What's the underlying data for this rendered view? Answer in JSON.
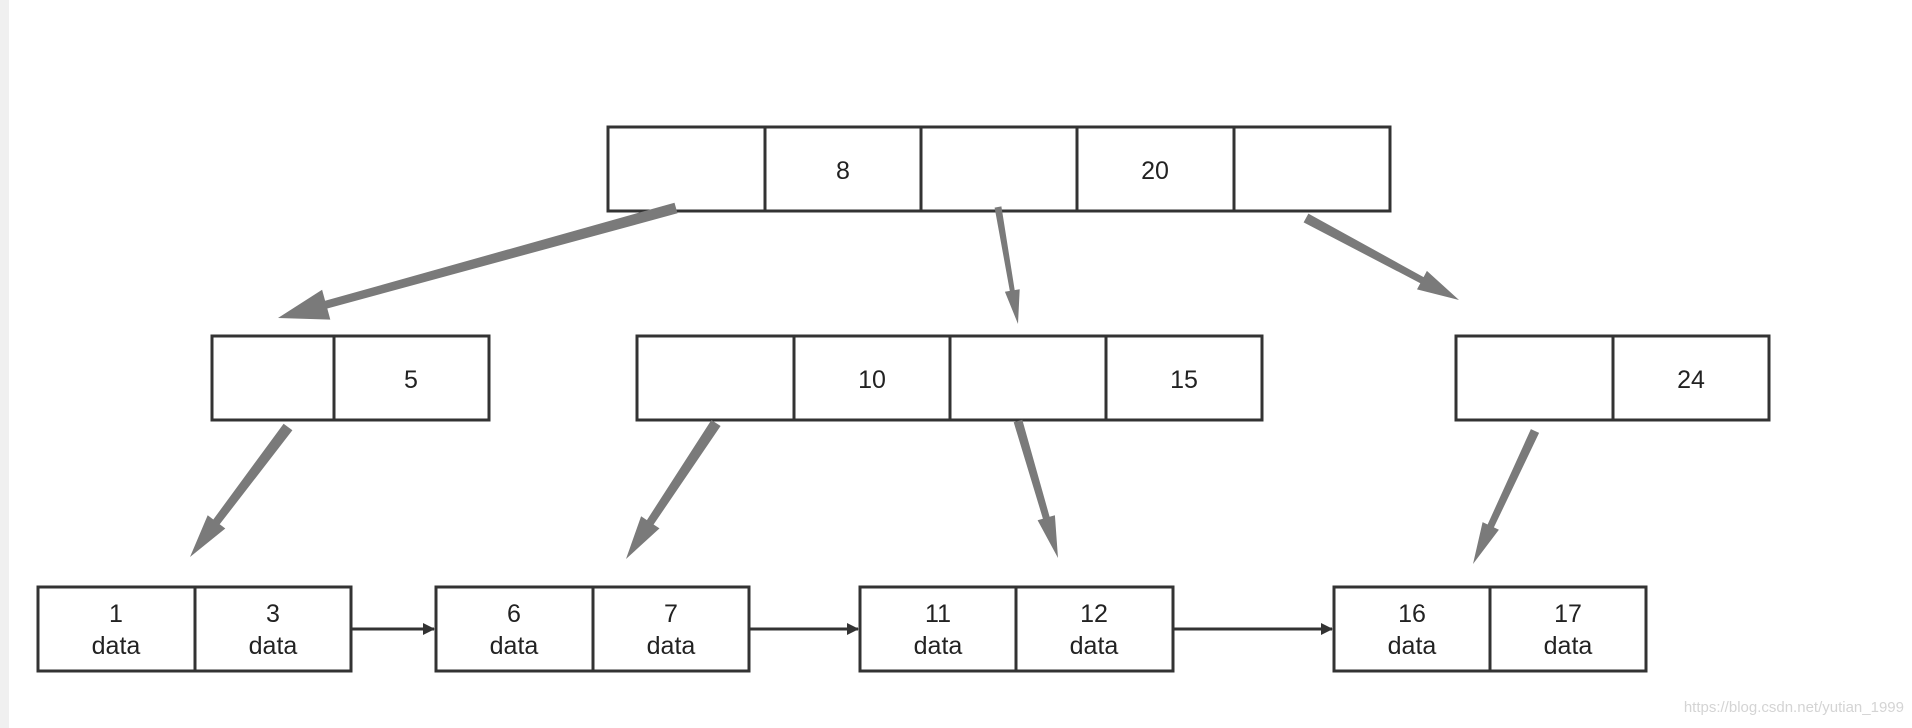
{
  "tree": {
    "root": {
      "cells": [
        "",
        "8",
        "",
        "20",
        ""
      ]
    },
    "internal": [
      {
        "id": "internal-left",
        "cells": [
          "",
          "5"
        ]
      },
      {
        "id": "internal-middle",
        "cells": [
          "",
          "10",
          "",
          "15"
        ]
      },
      {
        "id": "internal-right",
        "cells": [
          "",
          "24"
        ]
      }
    ],
    "leaves": [
      {
        "id": "leaf-1",
        "cells": [
          {
            "key": "1",
            "value": "data"
          },
          {
            "key": "3",
            "value": "data"
          }
        ]
      },
      {
        "id": "leaf-2",
        "cells": [
          {
            "key": "6",
            "value": "data"
          },
          {
            "key": "7",
            "value": "data"
          }
        ]
      },
      {
        "id": "leaf-3",
        "cells": [
          {
            "key": "11",
            "value": "data"
          },
          {
            "key": "12",
            "value": "data"
          }
        ]
      },
      {
        "id": "leaf-4",
        "cells": [
          {
            "key": "16",
            "value": "data"
          },
          {
            "key": "17",
            "value": "data"
          }
        ]
      }
    ]
  },
  "colors": {
    "pointer_arrow": "#7a7a7a",
    "link_arrow": "#333333",
    "cell_border": "#333333"
  },
  "watermark": "https://blog.csdn.net/yutian_1999"
}
